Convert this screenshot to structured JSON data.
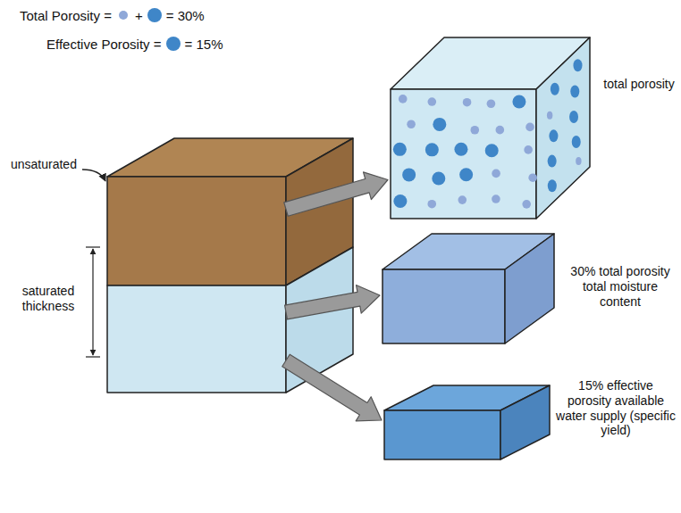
{
  "diagram": {
    "nodes": [
      {
        "text": [
          "unsaturated"
        ]
      },
      {
        "text": [
          "saturated thickness"
        ]
      },
      {
        "text": [
          "total porosity"
        ]
      },
      {
        "text": [
          "30% total porosity total moisture content"
        ]
      },
      {
        "text": [
          "15% effective porosity available water supply (specific yield)"
        ]
      }
    ],
    "edges": [
      {
        "from": 0,
        "to": 2,
        "arrow": "to"
      },
      {
        "from": 1,
        "to": 3,
        "arrow": "to"
      },
      {
        "from": 1,
        "to": 4,
        "arrow": "to"
      }
    ],
    "labels": [
      "Total Porosity =",
      "+",
      "= 30%",
      "Effective Porosity =",
      "= 15%"
    ]
  }
}
